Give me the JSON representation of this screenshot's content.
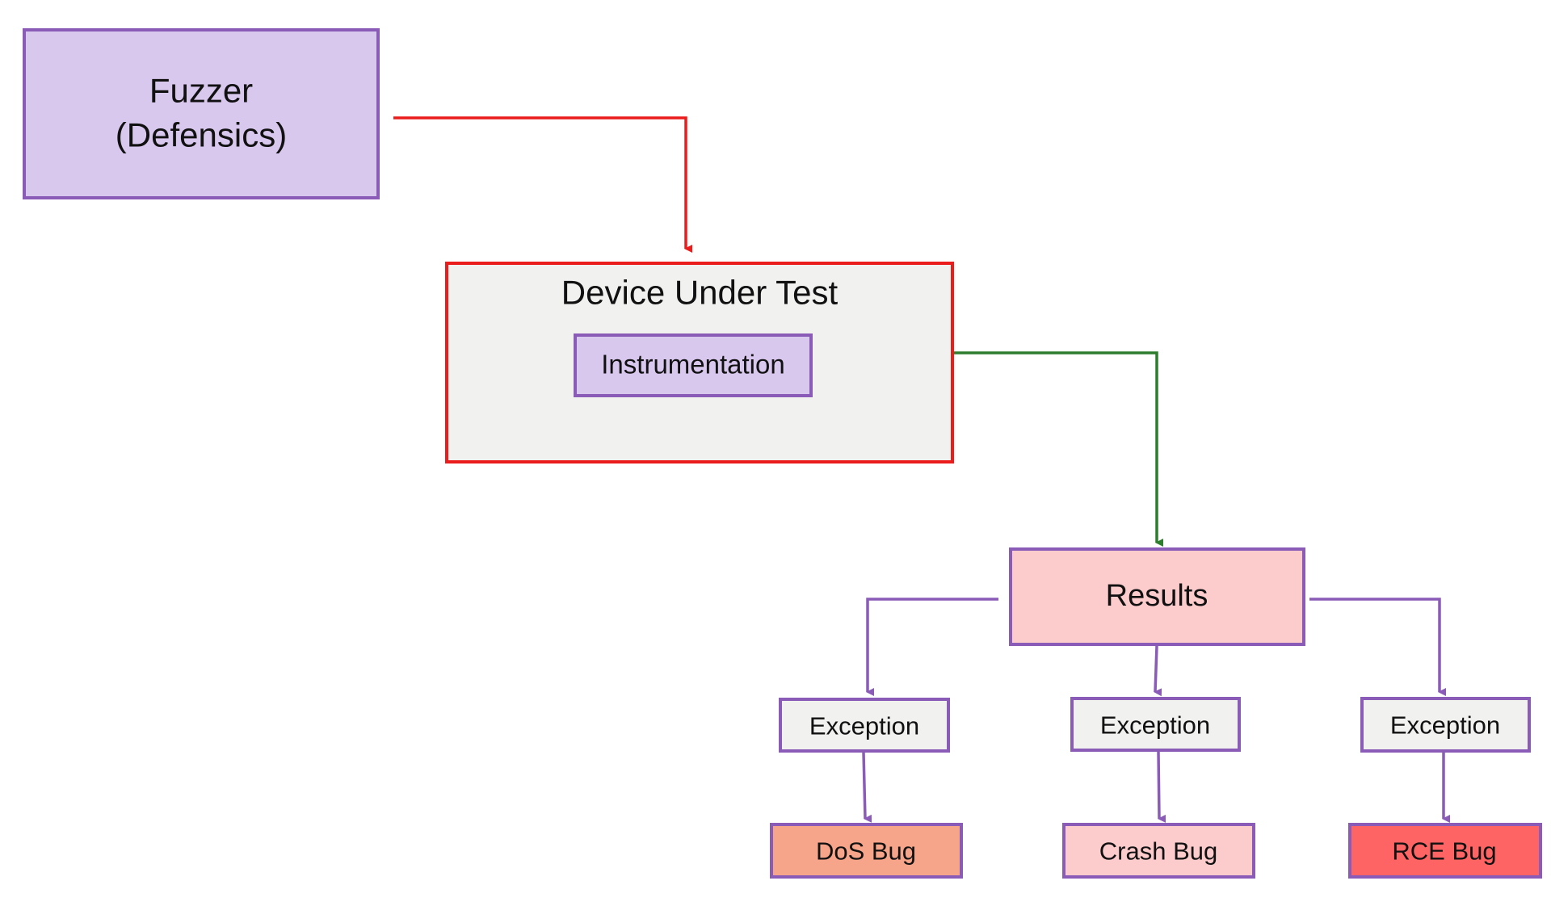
{
  "colors": {
    "purple_border": "#8a5cb8",
    "purple_fill": "#d9c8ee",
    "red_border": "#ea1c1c",
    "gray_fill": "#f1f1f0",
    "pink_fill": "#fccbcc",
    "green_arrow": "#2e7d2e",
    "red_arrow": "#ea1c1c",
    "purple_arrow": "#8a5cb8",
    "dos_fill": "#f7a58a",
    "crash_fill": "#fccbcc",
    "rce_fill": "#fe6464"
  },
  "nodes": {
    "fuzzer": {
      "line1": "Fuzzer",
      "line2": "(Defensics)"
    },
    "dut": {
      "label": "Device Under Test"
    },
    "instrumentation": {
      "label": "Instrumentation"
    },
    "results": {
      "label": "Results"
    },
    "exception_1": {
      "label": "Exception"
    },
    "exception_2": {
      "label": "Exception"
    },
    "exception_3": {
      "label": "Exception"
    },
    "dos_bug": {
      "label": "DoS Bug"
    },
    "crash_bug": {
      "label": "Crash Bug"
    },
    "rce_bug": {
      "label": "RCE Bug"
    }
  }
}
